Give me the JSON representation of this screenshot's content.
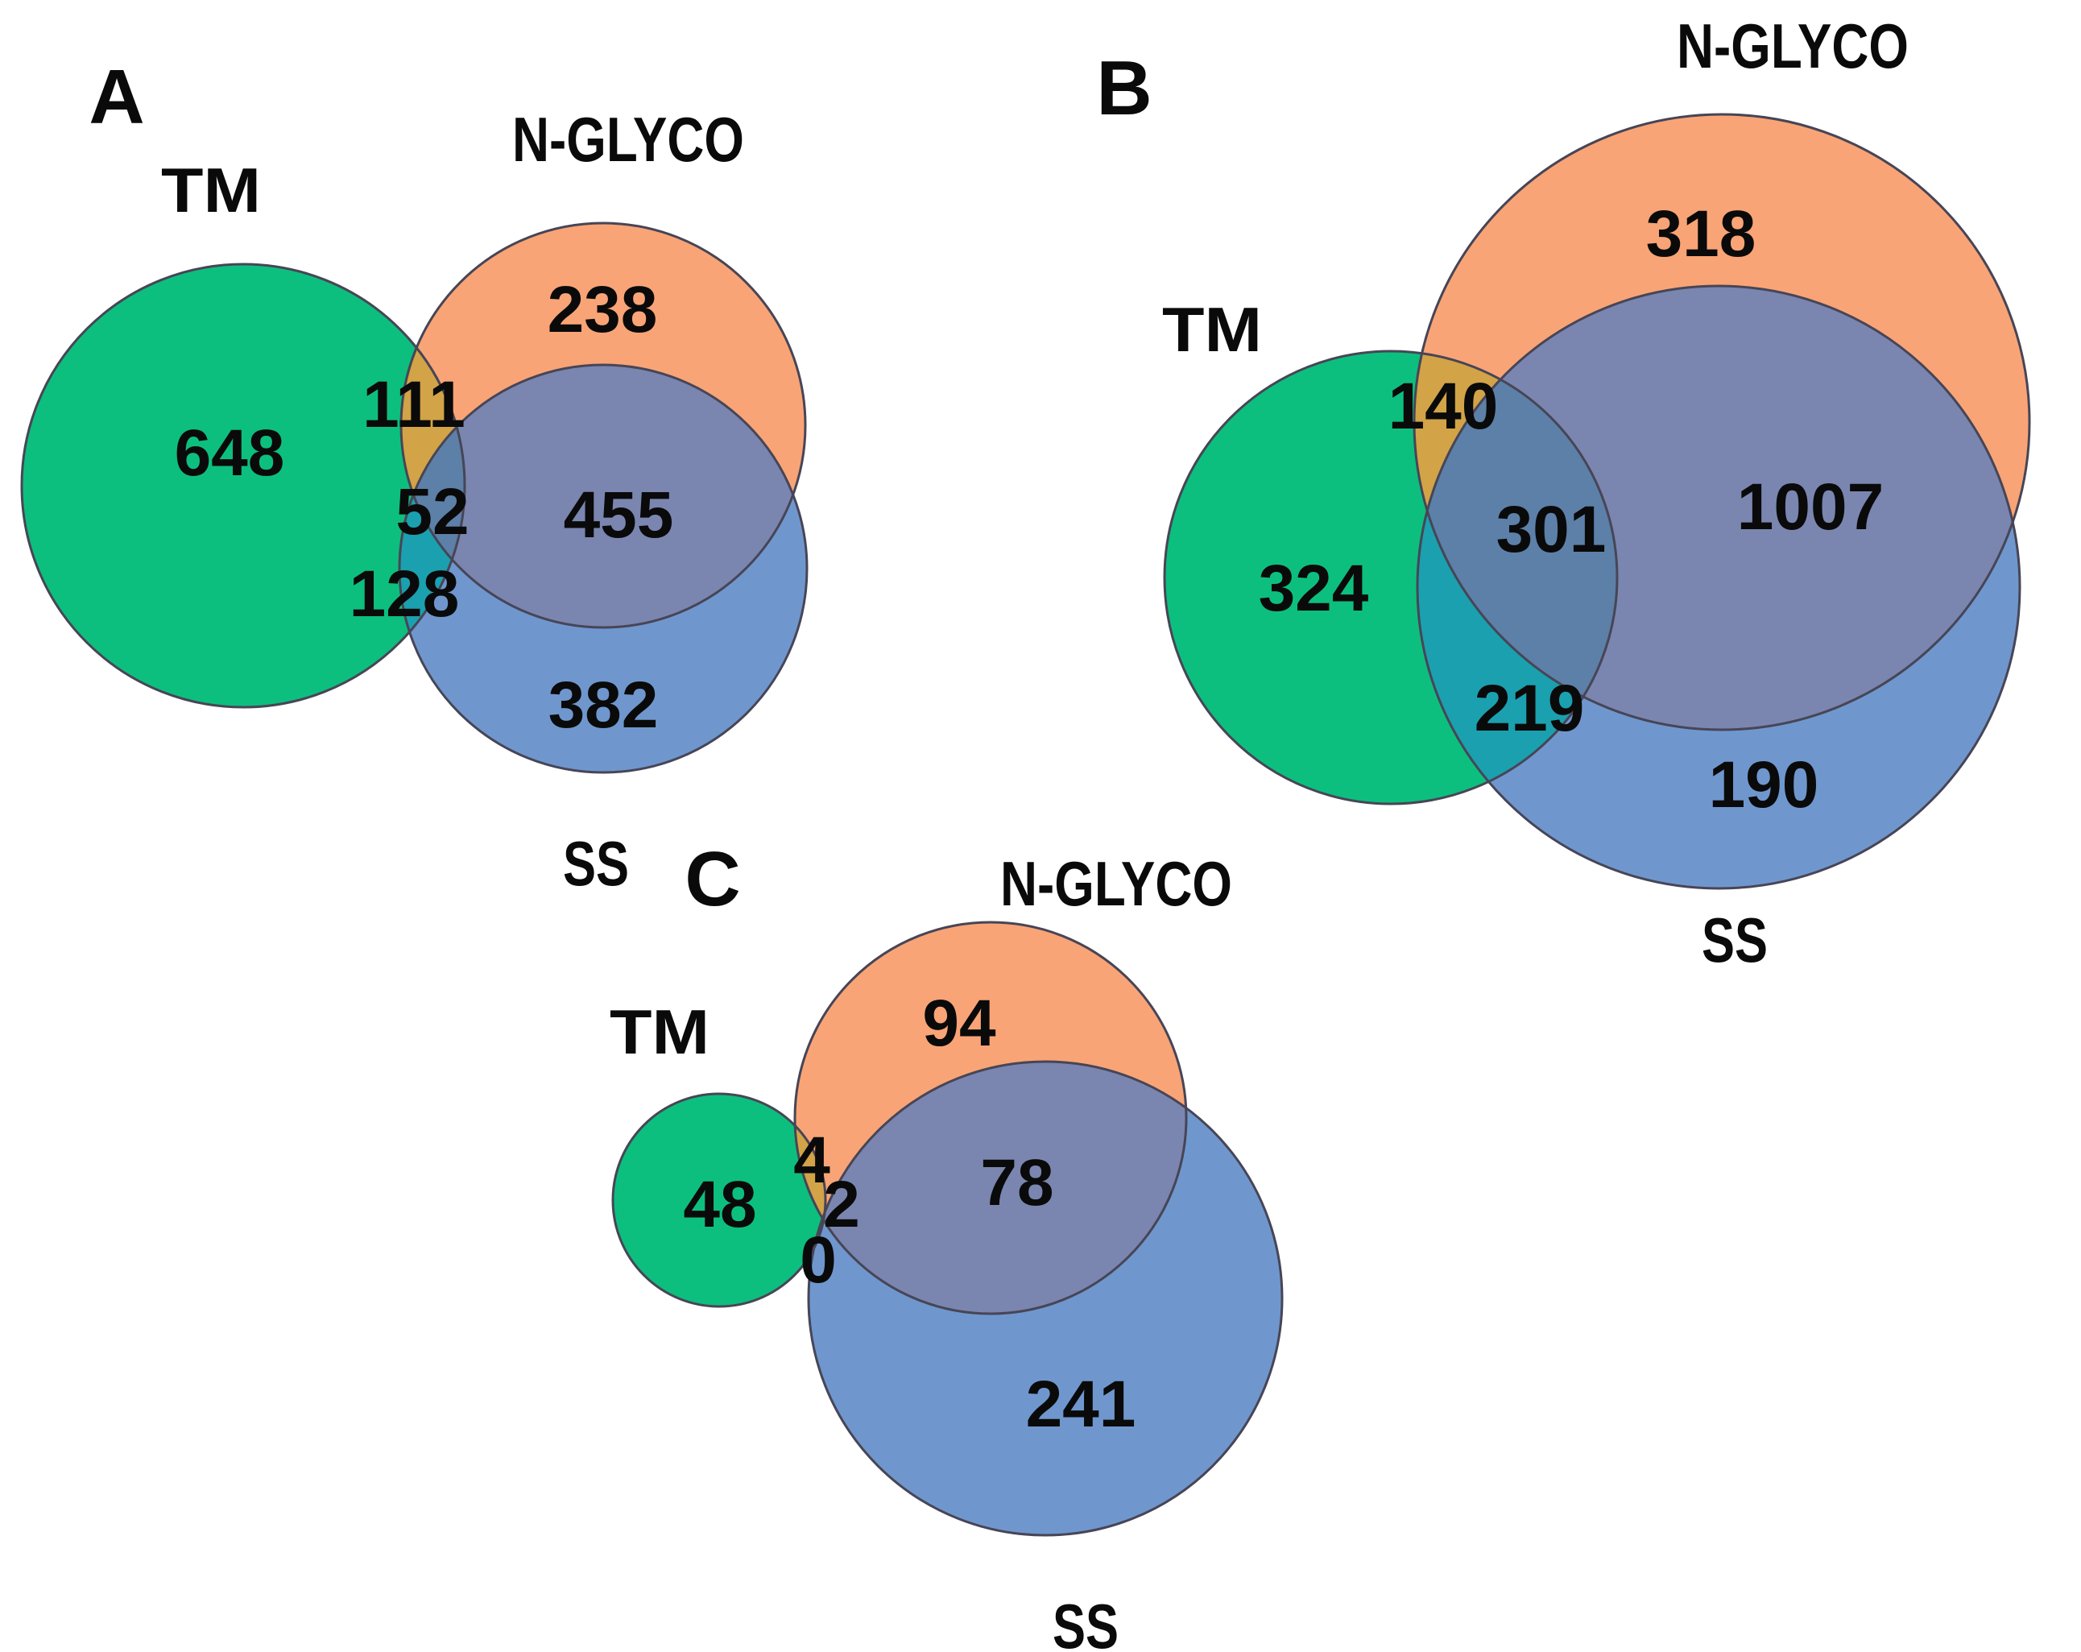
{
  "colors": {
    "tm": "#0DBF7E",
    "nglyco": "#F9A476",
    "ss": "#6F97CE",
    "tm_nglyco": "#D2A347",
    "tm_ss": "#1BA0AF",
    "nglyco_ss": "#7A86B0",
    "triple": "#5C80A8",
    "outline": "#474556"
  },
  "chart_data": {
    "type": "venn",
    "sets": [
      "TM",
      "N-GLYCO",
      "SS"
    ],
    "panels": [
      {
        "label": "A",
        "tm_label": "TM",
        "nglyco_label": "N-GLYCO",
        "ss_label": "SS",
        "counts": {
          "tm": "648",
          "nglyco": "238",
          "ss": "382",
          "tm_nglyco": "111",
          "tm_ss": "128",
          "nglyco_ss": "455",
          "all": "52"
        }
      },
      {
        "label": "B",
        "tm_label": "TM",
        "nglyco_label": "N-GLYCO",
        "ss_label": "SS",
        "counts": {
          "tm": "324",
          "nglyco": "318",
          "ss": "190",
          "tm_nglyco": "140",
          "tm_ss": "219",
          "nglyco_ss": "1007",
          "all": "301"
        }
      },
      {
        "label": "C",
        "tm_label": "TM",
        "nglyco_label": "N-GLYCO",
        "ss_label": "SS",
        "counts": {
          "tm": "48",
          "nglyco": "94",
          "ss": "241",
          "tm_nglyco": "4",
          "tm_ss": "0",
          "nglyco_ss": "78",
          "all": "2"
        }
      }
    ]
  }
}
